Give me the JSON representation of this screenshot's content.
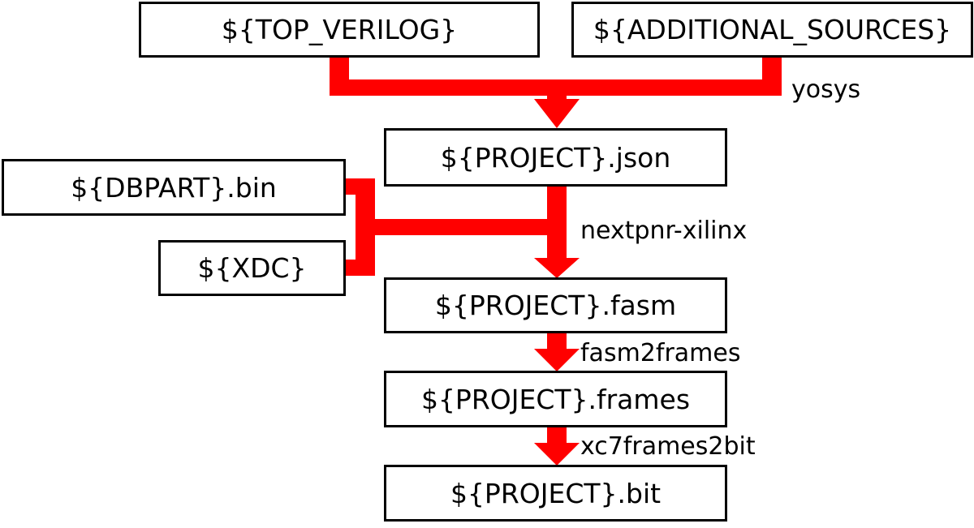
{
  "colors": {
    "flow": "#ff0000",
    "box_border": "#000000",
    "text": "#000000",
    "background": "#ffffff"
  },
  "nodes": {
    "top_verilog": "${TOP_VERILOG}",
    "additional_sources": "${ADDITIONAL_SOURCES}",
    "project_json": "${PROJECT}.json",
    "dbpart_bin": "${DBPART}.bin",
    "xdc": "${XDC}",
    "project_fasm": "${PROJECT}.fasm",
    "project_frames": "${PROJECT}.frames",
    "project_bit": "${PROJECT}.bit"
  },
  "tools": {
    "yosys": "yosys",
    "nextpnr": "nextpnr-xilinx",
    "fasm2frames": "fasm2frames",
    "xc7frames2bit": "xc7frames2bit"
  }
}
